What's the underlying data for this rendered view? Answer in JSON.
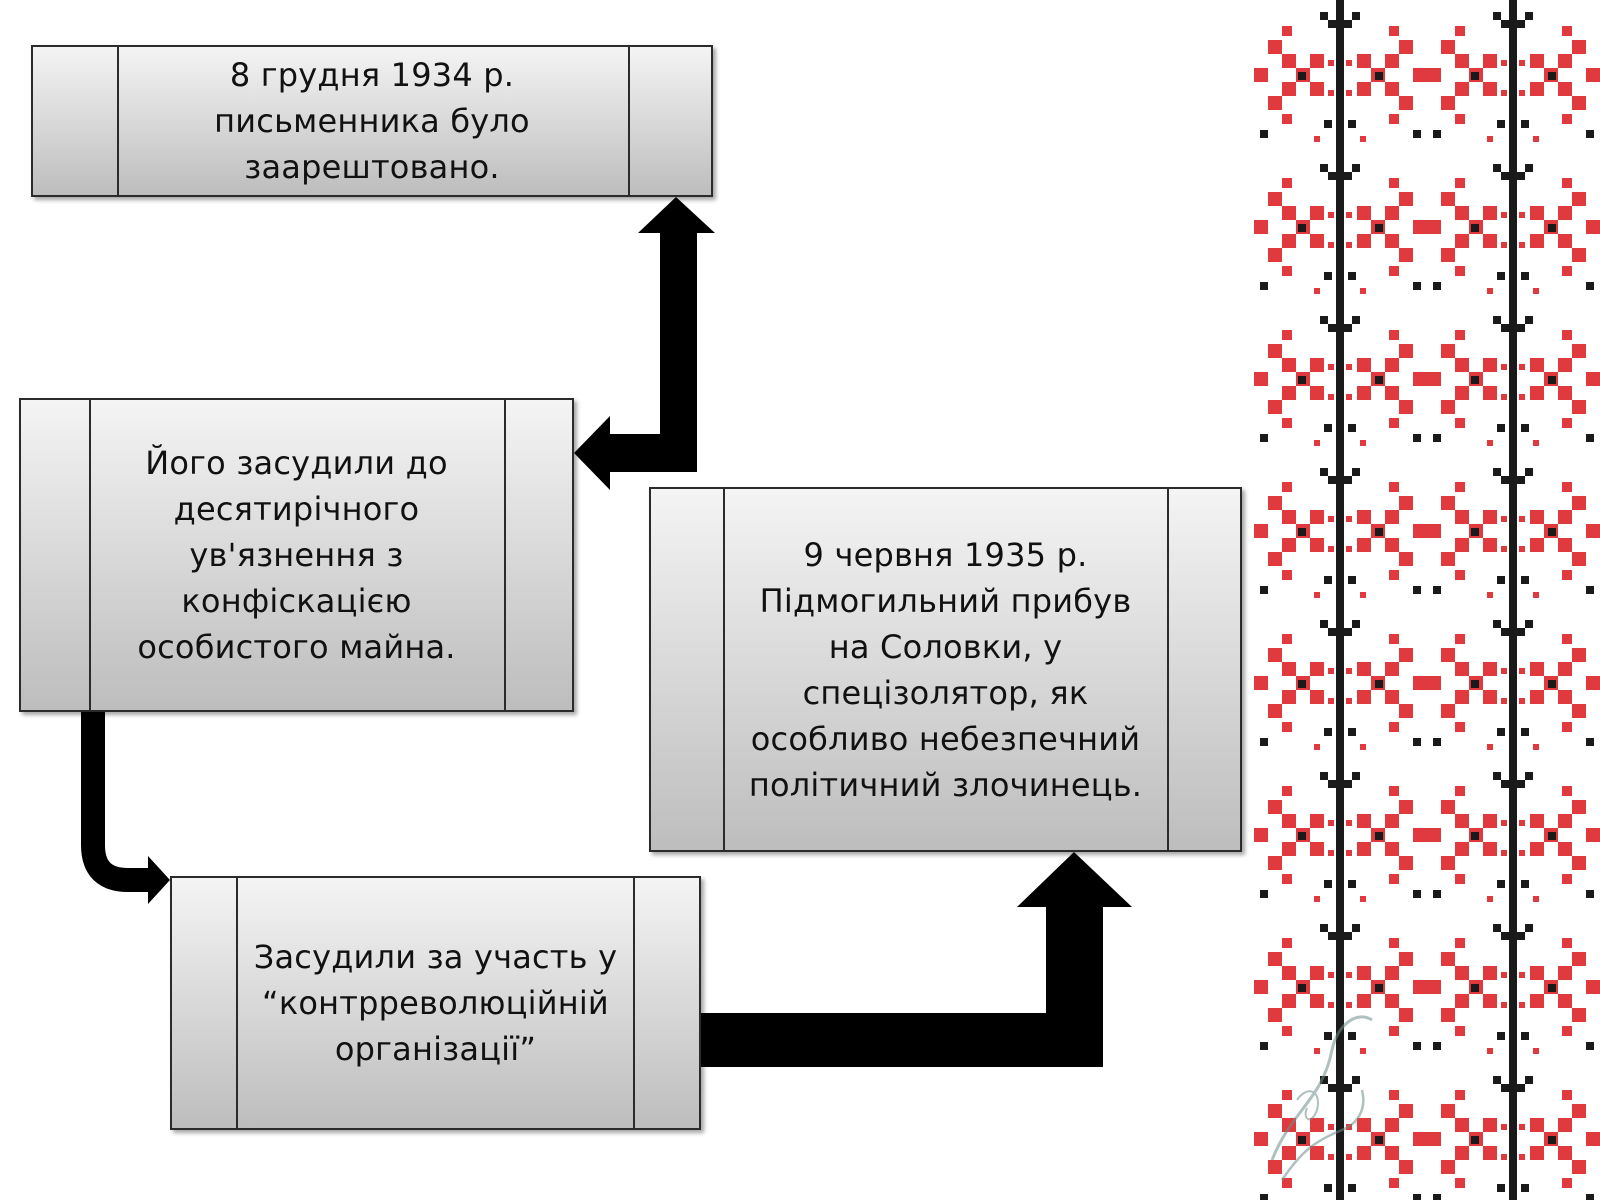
{
  "diagram": {
    "boxes": {
      "arrest": {
        "text": "8 грудня 1934 р.\nписьменника було\nзаарештовано."
      },
      "sentence": {
        "text": "Його засудили до\nдесятирічного\nув'язнення з\nконфіскацією\nособистого майна."
      },
      "organization": {
        "text": "Засудили за участь у\n“контрреволюційній\nорганізації”"
      },
      "solovki": {
        "text": "9 червня 1935 р.\nПідмогильний прибув\nна Соловки, у\nспецізолятор, як\nособливо небезпечний\nполітичний злочинець."
      }
    },
    "connectors": [
      {
        "from": "sentence",
        "to": "arrest"
      },
      {
        "from": "sentence",
        "to": "organization"
      },
      {
        "from": "organization",
        "to": "solovki"
      }
    ]
  },
  "colors": {
    "ornament_red": "#e03a3e",
    "ornament_black": "#1a1a1a",
    "box_border": "#2b2b2b",
    "arrow": "#000000"
  },
  "decor": {
    "ornament_icon": "embroidery-pattern-icon",
    "watermark_icon": "handwritten-signature-icon"
  }
}
